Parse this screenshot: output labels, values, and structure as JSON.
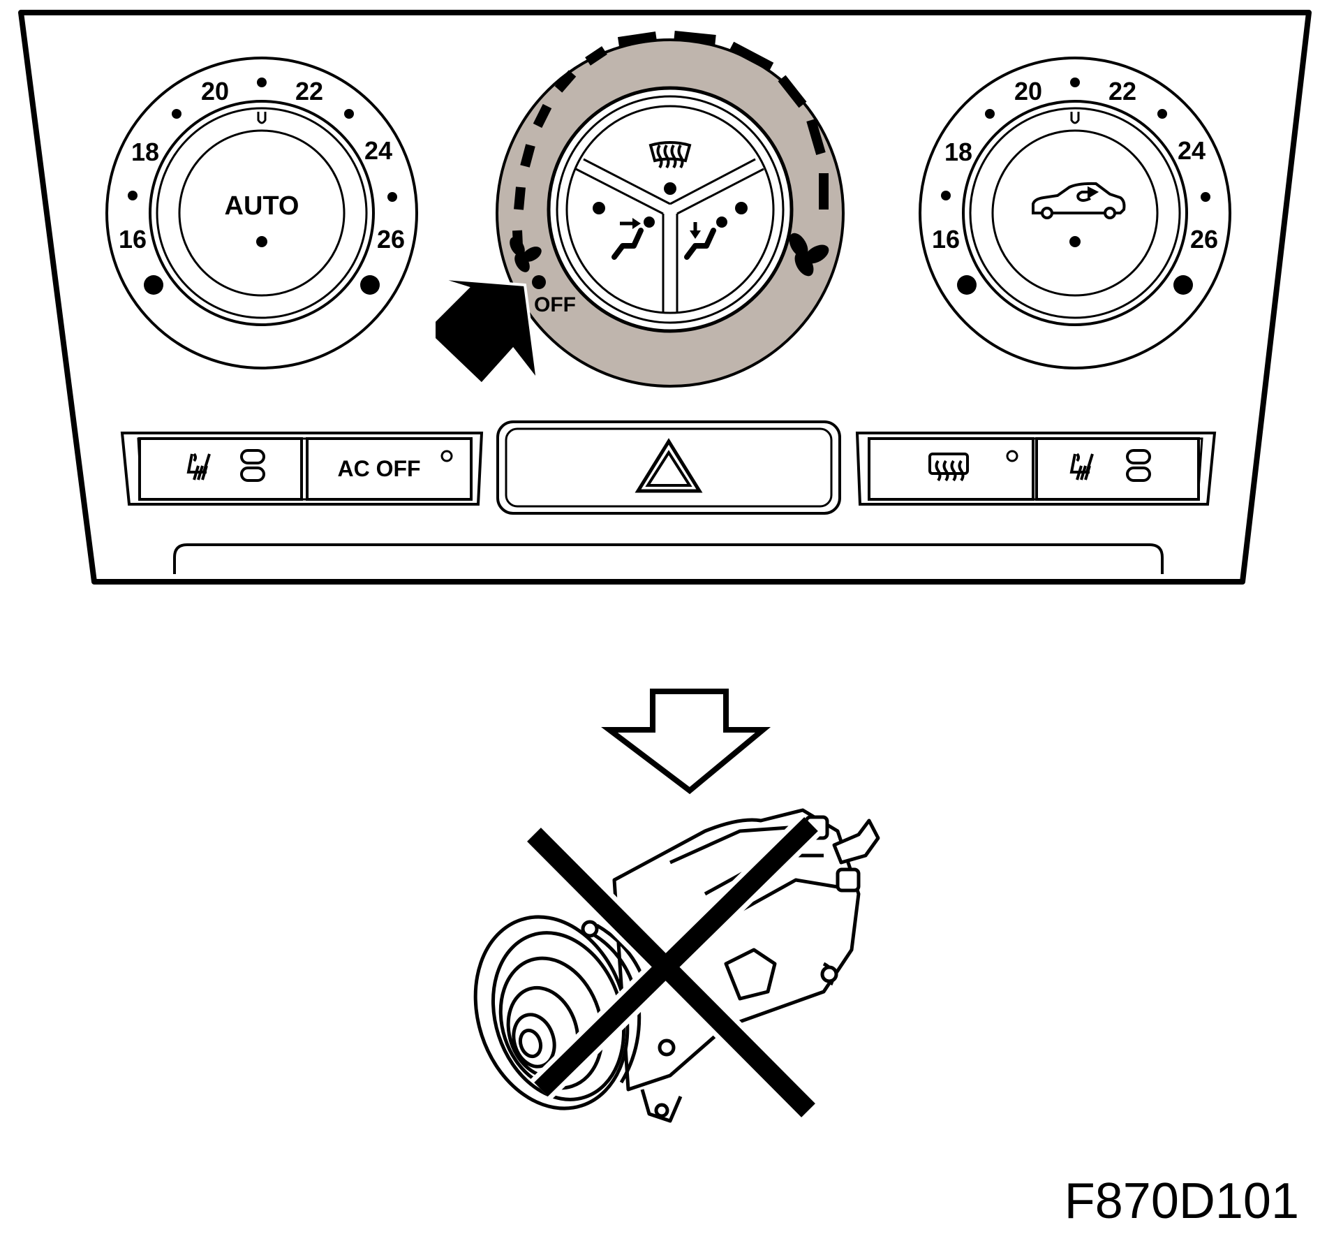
{
  "left_dial": {
    "temps": [
      "16",
      "18",
      "20",
      "22",
      "24",
      "26"
    ],
    "center_label": "AUTO"
  },
  "center_dial": {
    "off_label": "OFF",
    "icons": [
      "windshield-defrost-icon",
      "face-vent-icon",
      "floor-vent-icon",
      "fan-low-icon",
      "fan-high-icon"
    ],
    "highlight_color": "#bfb5ad"
  },
  "right_dial": {
    "temps": [
      "16",
      "18",
      "20",
      "22",
      "24",
      "26"
    ],
    "center_icon": "recirculation-car-icon"
  },
  "buttons": {
    "left_seat_heat_icon": "seat-heater-icon",
    "ac_off_label": "AC OFF",
    "hazard_icon": "hazard-triangle-icon",
    "rear_defrost_icon": "rear-window-defrost-icon",
    "right_seat_heat_icon": "seat-heater-icon"
  },
  "indicators": {
    "pointer_arrow": "black-arrow-pointing-to-off",
    "result_arrow": "down-arrow-outline",
    "result_icon": "compressor-crossed-out"
  },
  "figure_code": "F870D101"
}
